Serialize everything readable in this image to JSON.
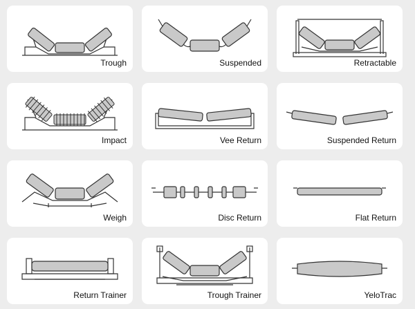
{
  "colors": {
    "background": "#ededed",
    "card": "#ffffff",
    "roller_fill": "#c9c9c9",
    "line": "#333333"
  },
  "idlers": [
    {
      "label": "Trough",
      "icon": "trough-idler-icon"
    },
    {
      "label": "Suspended",
      "icon": "suspended-idler-icon"
    },
    {
      "label": "Retractable",
      "icon": "retractable-idler-icon"
    },
    {
      "label": "Impact",
      "icon": "impact-idler-icon"
    },
    {
      "label": "Vee Return",
      "icon": "vee-return-idler-icon"
    },
    {
      "label": "Suspended Return",
      "icon": "suspended-return-idler-icon"
    },
    {
      "label": "Weigh",
      "icon": "weigh-idler-icon"
    },
    {
      "label": "Disc Return",
      "icon": "disc-return-idler-icon"
    },
    {
      "label": "Flat Return",
      "icon": "flat-return-idler-icon"
    },
    {
      "label": "Return Trainer",
      "icon": "return-trainer-idler-icon"
    },
    {
      "label": "Trough Trainer",
      "icon": "trough-trainer-idler-icon"
    },
    {
      "label": "YeloTrac",
      "icon": "yelotrac-idler-icon"
    }
  ]
}
